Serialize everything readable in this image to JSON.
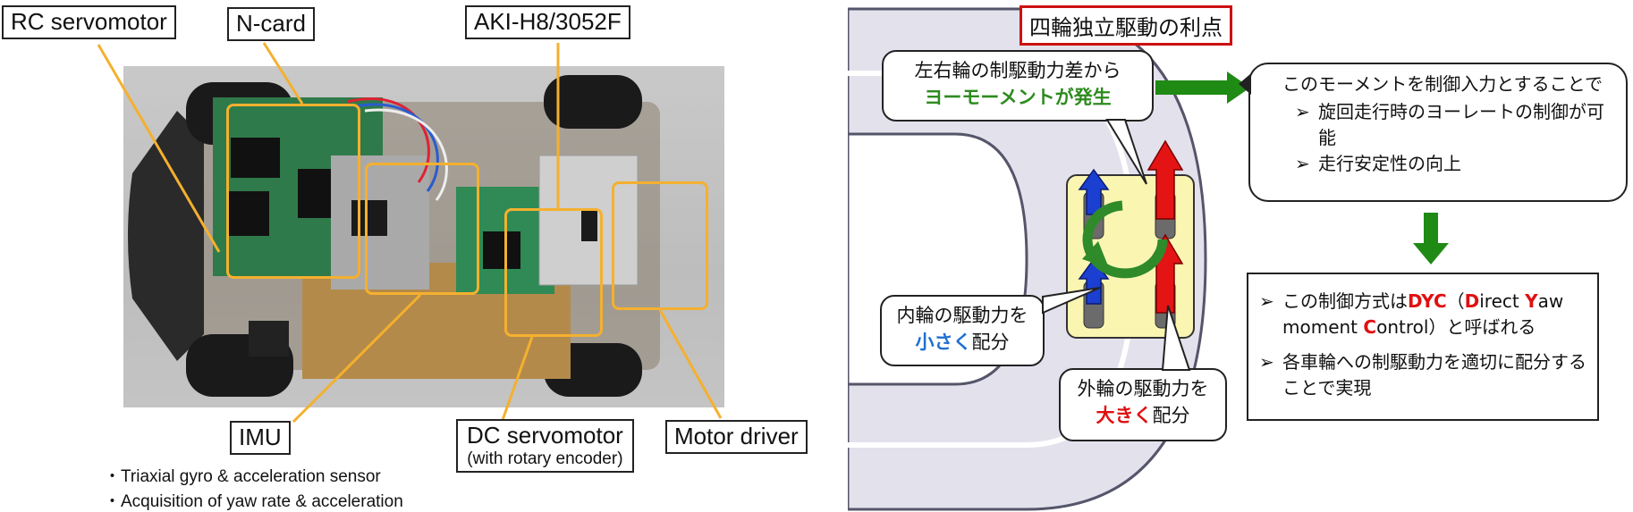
{
  "left_panel": {
    "labels": {
      "rc_servomotor": "RC servomotor",
      "ncard": "N-card",
      "aki": "AKI-H8/3052F",
      "imu": "IMU",
      "dc_servo_line1": "DC servomotor",
      "dc_servo_line2": "(with rotary encoder)",
      "motor_driver": "Motor driver"
    },
    "notes": [
      "・Triaxial gyro & acceleration sensor",
      "・Acquisition of yaw rate & acceleration"
    ],
    "highlight_color": "#f4b02f"
  },
  "right_panel": {
    "title": "四輪独立駆動の利点",
    "title_border_color": "#cc1111",
    "yaw_bubble": {
      "line1": "左右輪の制駆動力差から",
      "line2": "ヨーモーメントが発生",
      "line2_color": "#2e8b1f"
    },
    "inner_bubble": {
      "line1": "内輪の駆動力を",
      "line2_emph": "小さく",
      "line2_rest": "配分",
      "emph_color": "#1f6fd1"
    },
    "outer_bubble": {
      "line1": "外輪の駆動力を",
      "line2_emph": "大きく",
      "line2_rest": "配分",
      "emph_color": "#e01010"
    },
    "control_box": {
      "heading": "このモーメントを制御入力とすることで",
      "bullets": [
        "旋回走行時のヨーレートの制御が可能",
        "走行安定性の向上"
      ]
    },
    "dyc_box": {
      "bullet1_pre": "この制御方式は",
      "bullet1_d": "D",
      "bullet1_y": "Y",
      "bullet1_c": "C",
      "bullet1_open": "（",
      "bullet1_direct_d": "D",
      "bullet1_irect": "irect ",
      "bullet1_direct_y": "Y",
      "bullet1_aw": "aw",
      "bullet1_moment": "moment ",
      "bullet1_direct_c": "C",
      "bullet1_ontrol": "ontrol）と呼ばれる",
      "bullet2": "各車輪への制駆動力を適切に配分することで実現",
      "accent_color": "#e01010"
    },
    "marker": "➢",
    "green_color": "#1f8a14"
  }
}
